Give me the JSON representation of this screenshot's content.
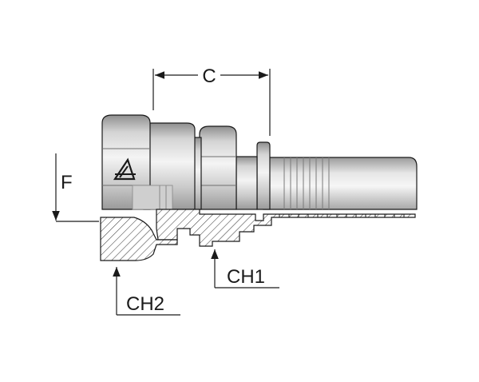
{
  "labels": {
    "c": "C",
    "f": "F",
    "ch1": "CH1",
    "ch2": "CH2"
  },
  "colors": {
    "metal_light": "#ececec",
    "metal_mid": "#bdbdbd",
    "metal_dark": "#8e8e8e",
    "line": "#1a1a1a",
    "hatch": "#333333"
  },
  "logo": "triangle-brand-logo"
}
